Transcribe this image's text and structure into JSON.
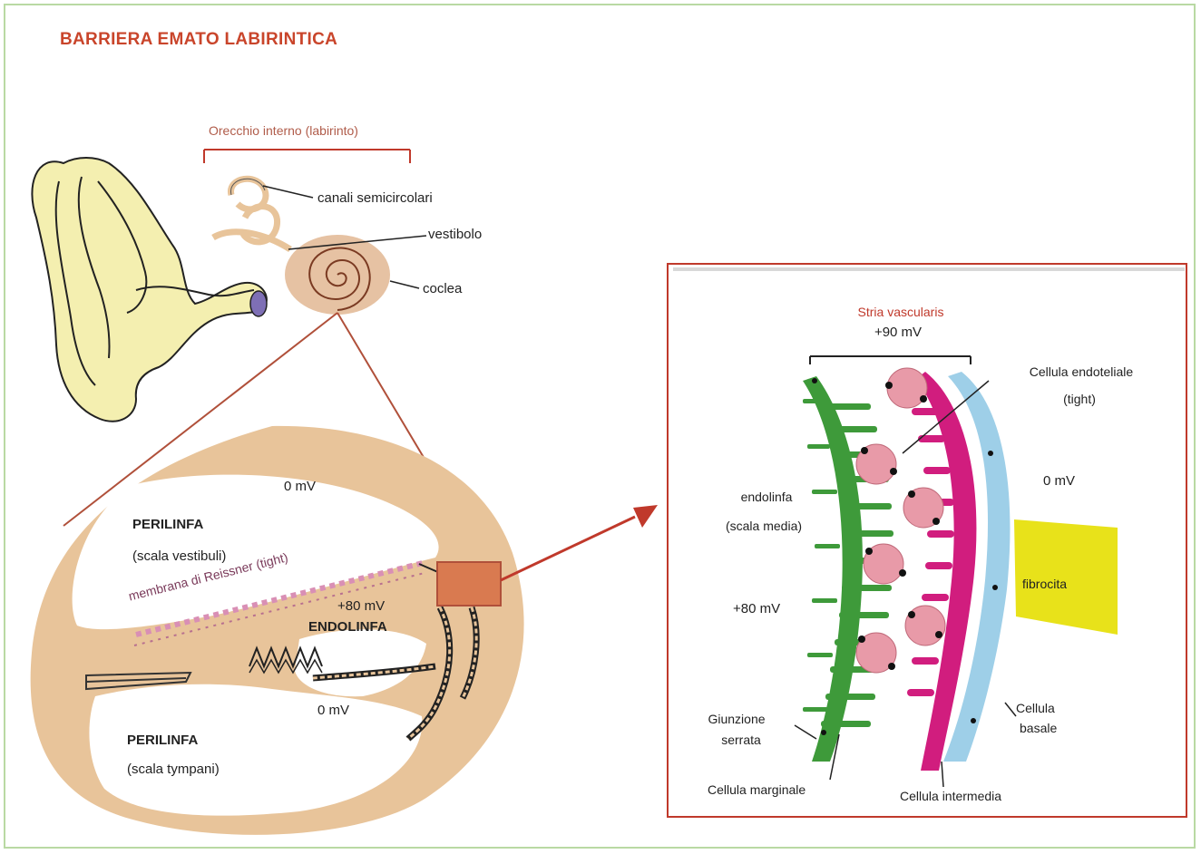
{
  "title": "BARRIERA EMATO LABIRINTICA",
  "inner_ear": {
    "header": "Orecchio interno (labirinto)",
    "labels": {
      "canali": "canali semicircolari",
      "vestibolo": "vestibolo",
      "coclea": "coclea"
    }
  },
  "cochlea_section": {
    "zero_top": "0 mV",
    "perilinfa_top": "PERILINFA",
    "scala_vestibuli": "(scala vestibuli)",
    "membrana": "membrana di Reissner (tight)",
    "plus80": "+80 mV",
    "endolinfa": "ENDOLINFA",
    "zero_bottom": "0 mV",
    "perilinfa_bottom": "PERILINFA",
    "scala_tympani": "(scala tympani)"
  },
  "stria": {
    "title": "Stria vascularis",
    "potential": "+90 mV",
    "cellula_endoteliale_1": "Cellula endoteliale",
    "cellula_endoteliale_2": "(tight)",
    "zero": "0 mV",
    "endolinfa_1": "endolinfa",
    "endolinfa_2": "(scala media)",
    "plus80": "+80 mV",
    "fibrocita": "fibrocita",
    "giunzione_1": "Giunzione",
    "giunzione_2": "serrata",
    "cellula_basale_1": "Cellula",
    "cellula_basale_2": "basale",
    "cellula_marginale": "Cellula marginale",
    "cellula_intermedia": "Cellula intermedia"
  },
  "colors": {
    "title_red": "#c9452b",
    "frame_green": "#b9d9a3",
    "ear_yellow": "#f4efb0",
    "tissue_tan": "#e8c49a",
    "marginal_green": "#3e9a3a",
    "intermediate_magenta": "#d11d7e",
    "basal_blue": "#9ecfe8",
    "fibrocyte_yellow": "#e8e21a",
    "cell_pink": "#e89aa8"
  }
}
